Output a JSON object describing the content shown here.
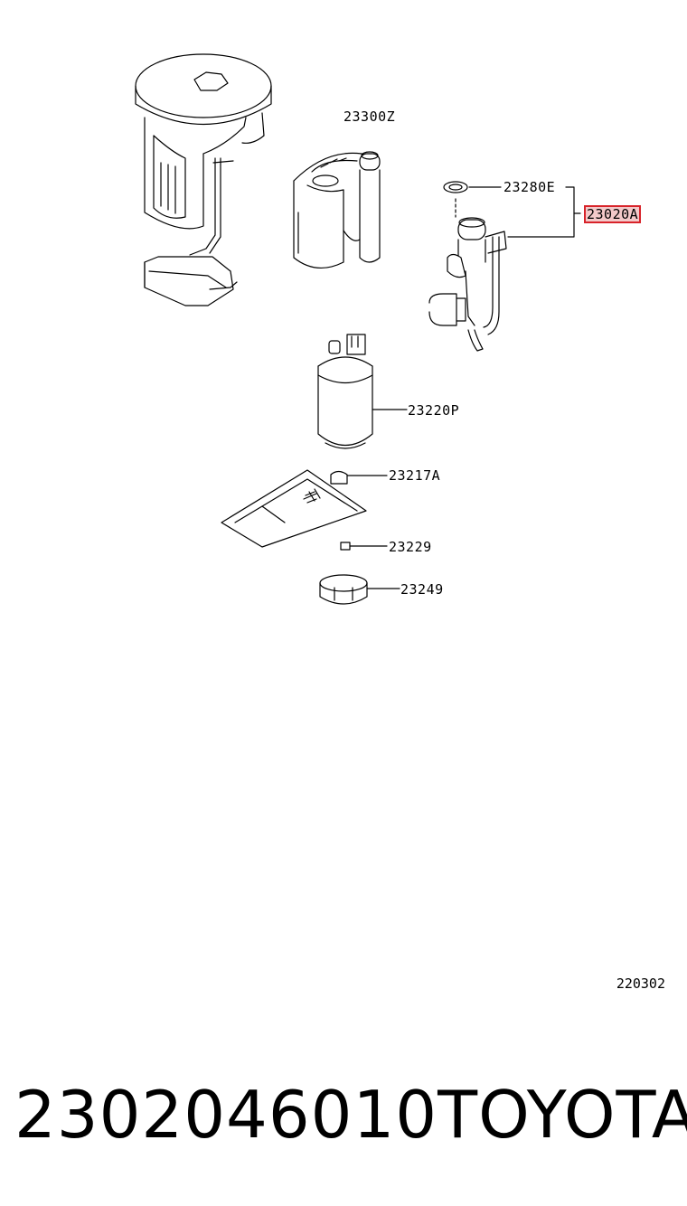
{
  "parts": {
    "p23300Z": "23300Z",
    "p23280E": "23280E",
    "p23020A": "23020A",
    "p23220P": "23220P",
    "p23217A": "23217A",
    "p23229": "23229",
    "p23249": "23249"
  },
  "highlight_color": "#d8232a",
  "page_code": "220302",
  "footer": {
    "part_number": "2302046010",
    "brand": "TOYOTA"
  }
}
